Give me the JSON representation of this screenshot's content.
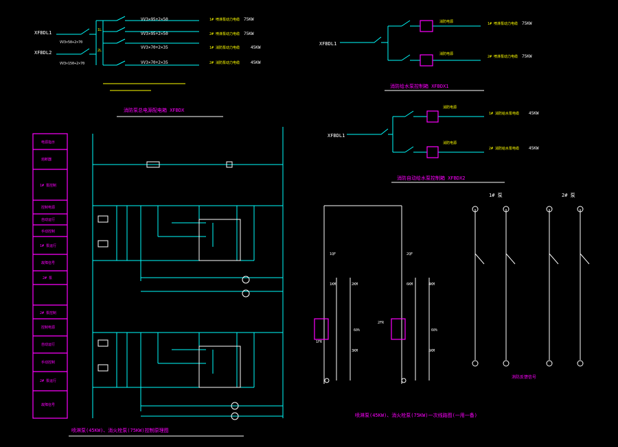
{
  "colors": {
    "background": "#000000",
    "wire": "#00ffff",
    "label": "#ffffff",
    "note": "#ffff00",
    "title": "#ff00ff"
  },
  "panel_xfbdx": {
    "incoming": [
      "XFBDL1",
      "XFBDL2"
    ],
    "cables": [
      "VV3×50+2×70",
      "VV3×150+2×70"
    ],
    "branches": [
      {
        "cable": "VV3×95+2×50",
        "load": "1# 喷淋泵动力电缆",
        "power": "75KW"
      },
      {
        "cable": "VV3×95+2×50",
        "load": "2# 喷淋泵动力电缆",
        "power": "75KW"
      },
      {
        "cable": "VV3×70+2×35",
        "load": "1# 消防泵动力电缆",
        "power": "45KW"
      },
      {
        "cable": "VV3×70+2×35",
        "load": "2# 消防泵动力电缆",
        "power": "45KW"
      }
    ],
    "title": "消防泵总电源配电箱 XFBDX"
  },
  "panel_xfbdx1": {
    "incoming": "XFBDL1",
    "branches": [
      {
        "label": "消防电源",
        "load": "1# 喷淋泵动力电缆",
        "power": "75KW"
      },
      {
        "label": "消防电源",
        "load": "2# 喷淋泵动力电缆",
        "power": "75KW"
      }
    ],
    "title": "消防给水泵控制箱 XFBDX1"
  },
  "panel_xfbdx2": {
    "incoming": "XFBDL1",
    "branches": [
      {
        "label": "消防电源",
        "load": "1# 消防给水泵电缆",
        "power": "45KW"
      },
      {
        "label": "消防电源",
        "load": "2# 消防给水泵电缆",
        "power": "45KW"
      }
    ],
    "title": "消防自动给水泵控制箱 XFBDX2"
  },
  "legend_column": {
    "items": [
      "电源指示",
      "熔断器",
      "1# 泵控制",
      "控制电源",
      "自动运行",
      "手动控制",
      "1# 泵运行",
      "故障信号",
      "2# 泵",
      "2# 泵控制",
      "控制电源",
      "自动运行",
      "手动控制",
      "2# 泵运行",
      "故障信号"
    ]
  },
  "control_diagram": {
    "title": "喷淋泵(45KW)、消火栓泵(75KW)控制原理图"
  },
  "main_circuit": {
    "title": "喷淋泵(45KW)、消火栓泵(75KW)一次线路图(一用一备)",
    "left_labels": [
      "1QF",
      "1KM",
      "2KM",
      "1FR",
      "60%",
      "3KM"
    ],
    "right_labels": [
      "2QF",
      "6KM",
      "4KM",
      "2FR",
      "60%",
      "5KM"
    ]
  },
  "signal_diagram": {
    "pump1": "1# 泵",
    "pump2": "2# 泵",
    "title": "消防反馈信号"
  }
}
